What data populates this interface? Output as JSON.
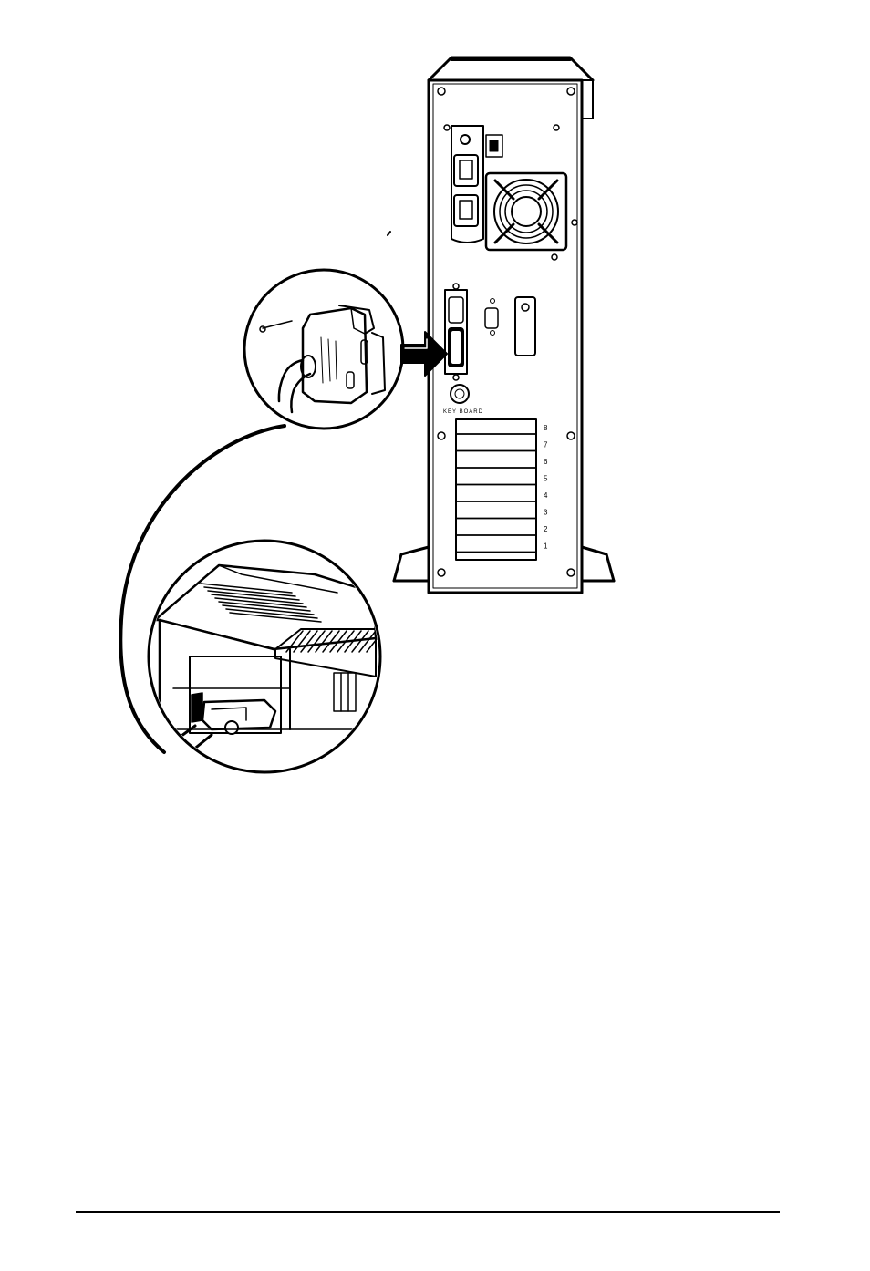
{
  "figure": {
    "keyboard_label": "KEY BOARD",
    "slot_numbers": [
      "8",
      "7",
      "6",
      "5",
      "4",
      "3",
      "2",
      "1"
    ]
  }
}
